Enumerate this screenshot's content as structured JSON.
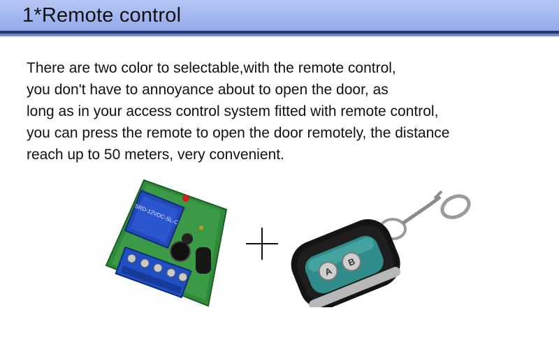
{
  "header": {
    "title": "1*Remote control"
  },
  "description": {
    "lines": [
      "There are two color to selectable,with the remote control,",
      "you don't have to annoyance about to open the door, as",
      "long as in your access control system fitted with remote control,",
      "you can press the remote to open the door remotely, the distance",
      "reach up to 50 meters, very convenient."
    ]
  },
  "illustration": {
    "receiver_board": {
      "icon": "relay-receiver-board-image",
      "board_color": "#2f8a3a",
      "terminal_color": "#1f4fc2"
    },
    "plus_sign": "+",
    "remote_fob": {
      "icon": "remote-fob-image",
      "body_color": "#1a1a1a",
      "window_color": "#2f8c8a",
      "button_labels": [
        "A",
        "B"
      ]
    }
  },
  "colors": {
    "header_band": "#a6b8ef",
    "header_rule": "#26367a",
    "text": "#111111"
  }
}
